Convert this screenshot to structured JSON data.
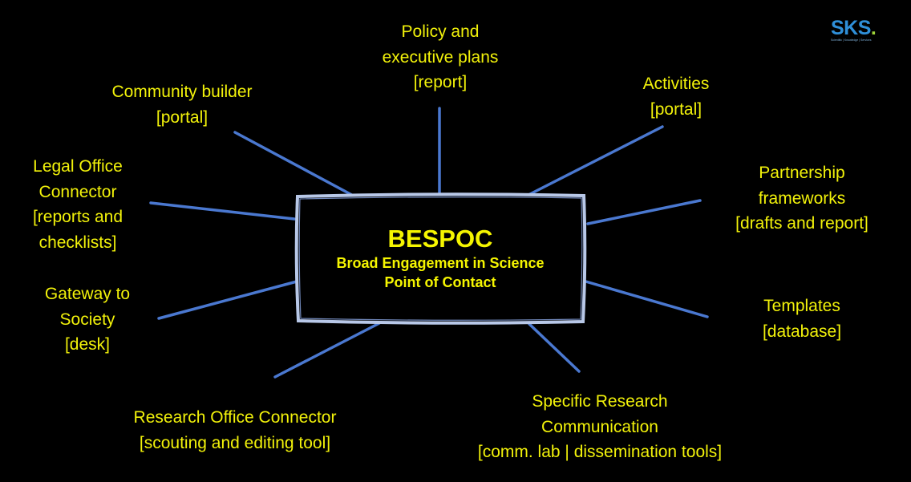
{
  "center": {
    "title": "BESPOC",
    "subtitle_lines": [
      "Broad Engagement in Science",
      "Point of Contact"
    ]
  },
  "logo": {
    "text": "SKS",
    "dot": ".",
    "tagline": "Scientific | Knowledge | Services"
  },
  "nodes": [
    {
      "id": "policy",
      "lines": [
        "Policy and",
        "executive plans",
        "[report]"
      ]
    },
    {
      "id": "community",
      "lines": [
        "Community builder",
        "[portal]"
      ]
    },
    {
      "id": "activities",
      "lines": [
        "Activities",
        "[portal]"
      ]
    },
    {
      "id": "legal",
      "lines": [
        "Legal Office",
        "Connector",
        "[reports and",
        "checklists]"
      ]
    },
    {
      "id": "partnership",
      "lines": [
        "Partnership",
        "frameworks",
        "[drafts and report]"
      ]
    },
    {
      "id": "gateway",
      "lines": [
        "Gateway to",
        "Society",
        "[desk]"
      ]
    },
    {
      "id": "templates",
      "lines": [
        "Templates",
        "[database]"
      ]
    },
    {
      "id": "research-office",
      "lines": [
        "Research Office Connector",
        "[scouting and editing tool]"
      ]
    },
    {
      "id": "specific",
      "lines": [
        "Specific Research",
        "Communication",
        "[comm. lab | dissemination tools]"
      ]
    }
  ],
  "colors": {
    "text": "#f2f20a",
    "connector": "#4a78d0",
    "box": "#b8c8e8",
    "logo": "#2f8fd8",
    "logo_dot": "#9fd23a"
  }
}
